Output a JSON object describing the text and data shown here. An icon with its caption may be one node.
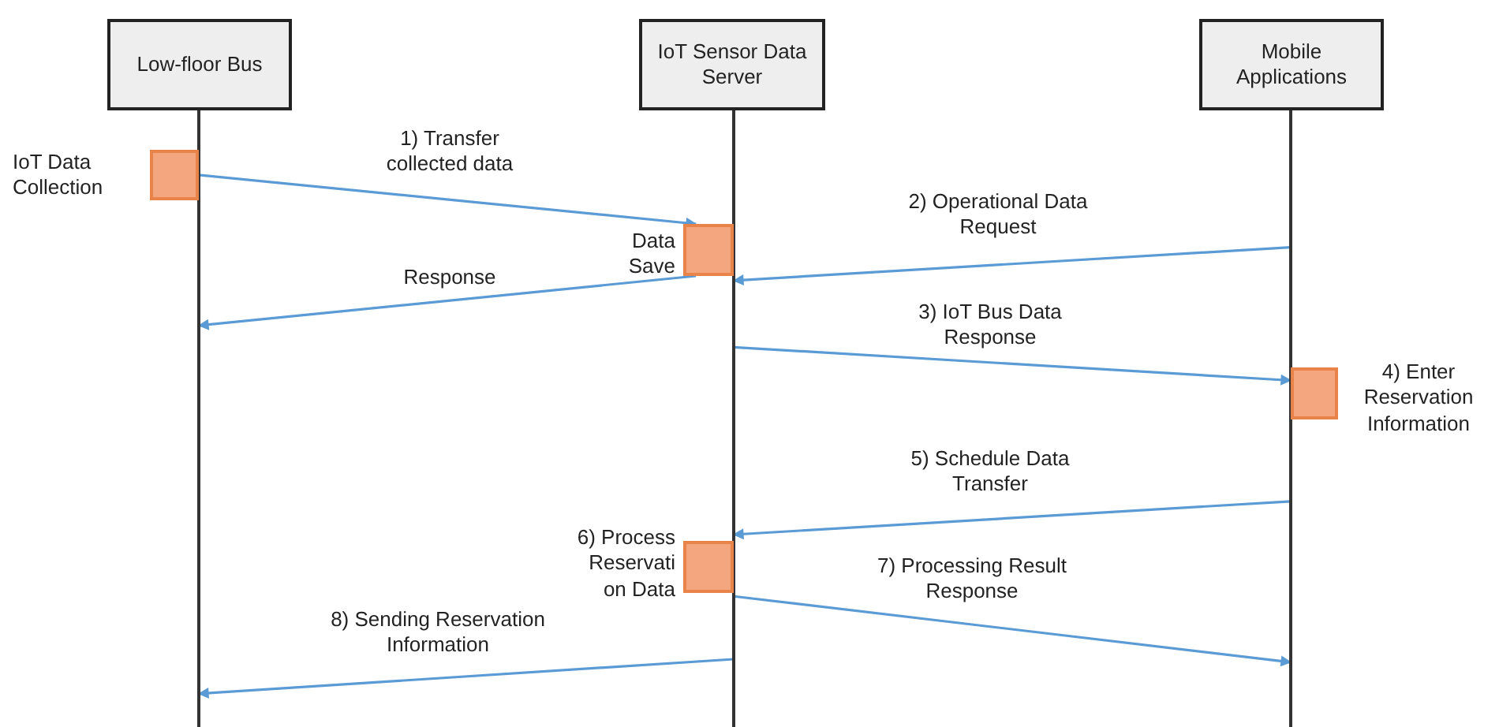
{
  "diagram": {
    "nodes": [
      {
        "text": [
          "Low-floor Bus"
        ]
      },
      {
        "text": [
          "IoT Sensor Data Server"
        ]
      },
      {
        "text": [
          "Mobile Applications"
        ]
      },
      {
        "text": [],
        "shape": "bar"
      },
      {
        "text": [],
        "shape": "bar"
      },
      {
        "text": [],
        "shape": "bar"
      },
      {
        "text": [],
        "shape": "box",
        "beside": [
          "IoT Data Collection"
        ]
      },
      {
        "text": [],
        "shape": "box",
        "beside": [
          "Data Save"
        ]
      },
      {
        "text": [],
        "shape": "box",
        "beside": [
          "4) Enter Reservation Information"
        ]
      },
      {
        "text": [],
        "shape": "box",
        "beside": [
          "6) Process Reservati on Data"
        ]
      }
    ],
    "edges": [
      {
        "from": 6,
        "to": 7,
        "arrow": "to",
        "label": "1) Transfer collected data"
      },
      {
        "from": 7,
        "to": 3,
        "arrow": "to",
        "label": "Response"
      },
      {
        "from": 5,
        "to": 4,
        "arrow": "to",
        "label": "2) Operational Data Request"
      },
      {
        "from": 4,
        "to": 8,
        "arrow": "to",
        "label": "3) IoT Bus Data Response"
      },
      {
        "from": 5,
        "to": 4,
        "arrow": "to",
        "label": "5) Schedule Data Transfer"
      },
      {
        "from": 4,
        "to": 5,
        "arrow": "to",
        "label": "7) Processing Result Response"
      },
      {
        "from": 4,
        "to": 3,
        "arrow": "to",
        "label": "8) Sending Reservation Information"
      }
    ]
  }
}
